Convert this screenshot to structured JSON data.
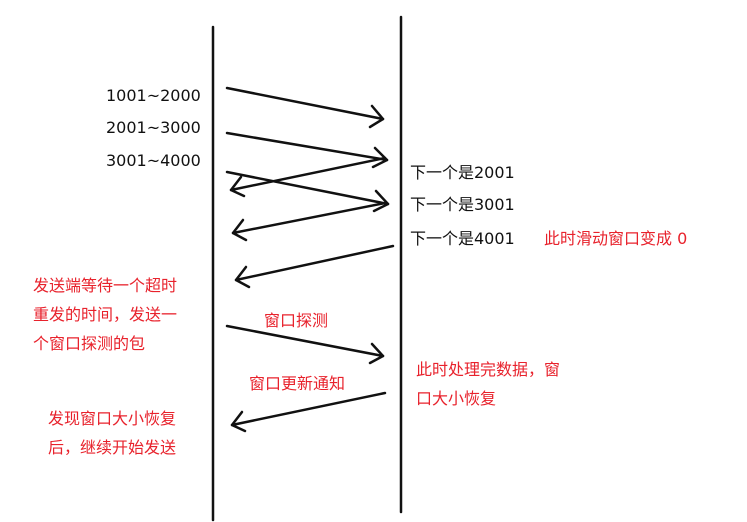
{
  "colors": {
    "line": "#111111",
    "note_red": "#e8222c"
  },
  "sender_labels": {
    "seg1": "1001~2000",
    "seg2": "2001~3000",
    "seg3": "3001~4000"
  },
  "receiver_labels": {
    "ack1": "下一个是2001",
    "ack2": "下一个是3001",
    "ack3": "下一个是4001"
  },
  "notes": {
    "window_zero": "此时滑动窗口变成 0",
    "sender_wait": [
      "发送端等待一个超时",
      "重发的时间，发送一",
      "个窗口探测的包"
    ],
    "probe": "窗口探测",
    "receiver_done": [
      "此时处理完数据，窗",
      "口大小恢复"
    ],
    "window_update": "窗口更新通知",
    "resume": [
      "发现窗口大小恢复",
      "后，继续开始发送"
    ]
  }
}
